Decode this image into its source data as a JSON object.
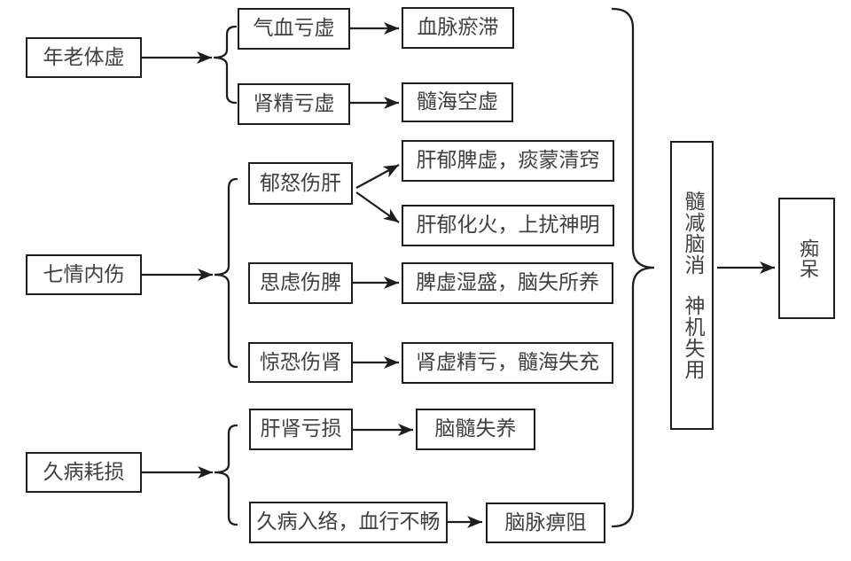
{
  "colors": {
    "line": "#1e1e1e",
    "text": "#404040",
    "background": "#ffffff"
  },
  "nodes": {
    "cause_aging": "年老体虚",
    "qi_blood": "气血亏虚",
    "blood_stasis": "血脉瘀滞",
    "kidney_essence": "肾精亏虚",
    "marrow_empty": "髓海空虚",
    "cause_emotion": "七情内伤",
    "anger_liver": "郁怒伤肝",
    "liver_spleen_phlegm": "肝郁脾虚，痰蒙清窍",
    "liver_fire": "肝郁化火，上扰神明",
    "thought_spleen": "思虑伤脾",
    "spleen_damp": "脾虚湿盛，脑失所养",
    "fear_kidney": "惊恐伤肾",
    "kidney_deficiency": "肾虚精亏，髓海失充",
    "cause_illness": "久病耗损",
    "liver_kidney_loss": "肝肾亏损",
    "brain_malnourished": "脑髓失养",
    "chronic_collaterals": "久病入络，血行不畅",
    "brain_vessel_block": "脑脉痹阻",
    "mechanism_line1": "髓减脑消",
    "mechanism_line2": "神机失用",
    "outcome": "痴呆"
  }
}
